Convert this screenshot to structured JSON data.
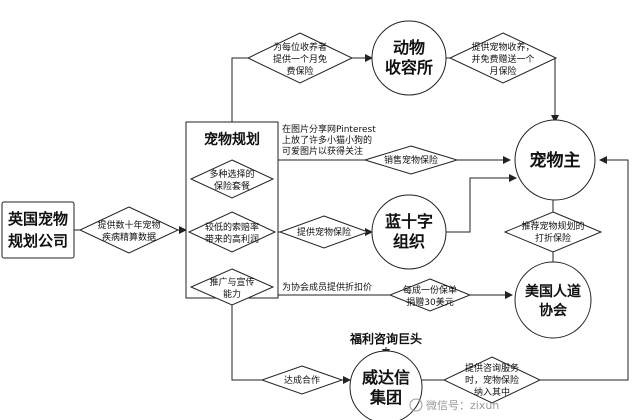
{
  "nodes": {
    "uk_planner": [
      "英国宠物",
      "规划公司"
    ],
    "pet_planning": [
      "宠物规划"
    ],
    "animal_shelter": [
      "动物",
      "收容所"
    ],
    "pet_owner": [
      "宠物主"
    ],
    "blue_cross": [
      "蓝十字",
      "组织"
    ],
    "humane_assoc": [
      "美国人道",
      "协会"
    ],
    "welfare_giant": [
      "福利咨询巨头"
    ],
    "willis": [
      "威达信",
      "集团"
    ]
  },
  "labels": {
    "actuarial": [
      "提供数十年宠物",
      "疾病精算数据"
    ],
    "options": [
      "多种选择的",
      "保险套餐"
    ],
    "low_claim": [
      "较低的索赔率",
      "带来的高利润"
    ],
    "promotion": [
      "推广与宣传",
      "能力"
    ],
    "free_month": [
      "为每位收养者",
      "提供一个月免",
      "费保险"
    ],
    "shelter_offer": [
      "提供宠物收养，",
      "并免费赠送一个",
      "月保险"
    ],
    "sell_insurance": [
      "销售宠物保险"
    ],
    "provide_insurance": [
      "提供宠物保险"
    ],
    "recommend_discount": [
      "推荐宠物规划的",
      "打折保险"
    ],
    "donate": [
      "每成一份保单",
      "捐赠30美元"
    ],
    "reach_coop": [
      "达成合作"
    ],
    "consult_service": [
      "提供咨询服务",
      "时，宠物保险",
      "纳入其中"
    ]
  },
  "annotations": {
    "pinterest": [
      "在图片分享网Pinterest",
      "上放了许多小猫小狗的",
      "可爱图片以获得关注"
    ],
    "member_discount": [
      "为协会成员提供折扣价"
    ]
  },
  "watermark": "微信号：zixun",
  "colors": {
    "stroke": "#222222",
    "text": "#111111",
    "watermark": "#9a9a9a"
  }
}
